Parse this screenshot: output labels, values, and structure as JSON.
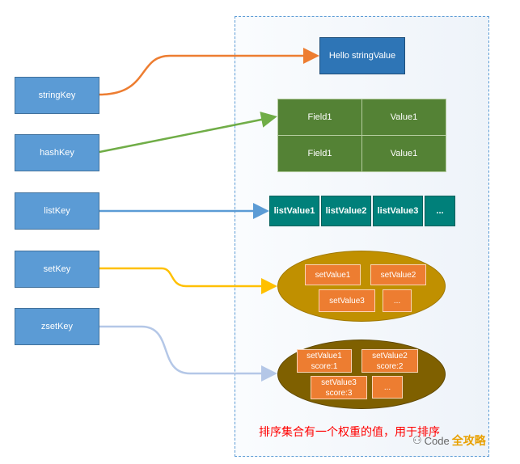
{
  "keys": [
    "stringKey",
    "hashKey",
    "listKey",
    "setKey",
    "zsetKey"
  ],
  "string_value": "Hello stringValue",
  "hash": {
    "rows": [
      [
        "Field1",
        "Value1"
      ],
      [
        "Field1",
        "Value1"
      ]
    ]
  },
  "list": [
    "listValue1",
    "listValue2",
    "listValue3",
    "..."
  ],
  "set": [
    "setValue1",
    "setValue2",
    "setValue3",
    "..."
  ],
  "zset": [
    {
      "value": "setValue1",
      "score": "score:1"
    },
    {
      "value": "setValue2",
      "score": "score:2"
    },
    {
      "value": "setValue3",
      "score": "score:3"
    },
    {
      "value": "...",
      "score": ""
    }
  ],
  "caption": "排序集合有一个权重的值，用于排序",
  "watermark": {
    "brand": "Code",
    "logo": "全攻略"
  },
  "colors": {
    "string_arrow": "#ed7d31",
    "hash_arrow": "#70ad47",
    "list_arrow": "#5b9bd5",
    "set_arrow": "#ffc000",
    "zset_arrow": "#b4c7e7"
  }
}
